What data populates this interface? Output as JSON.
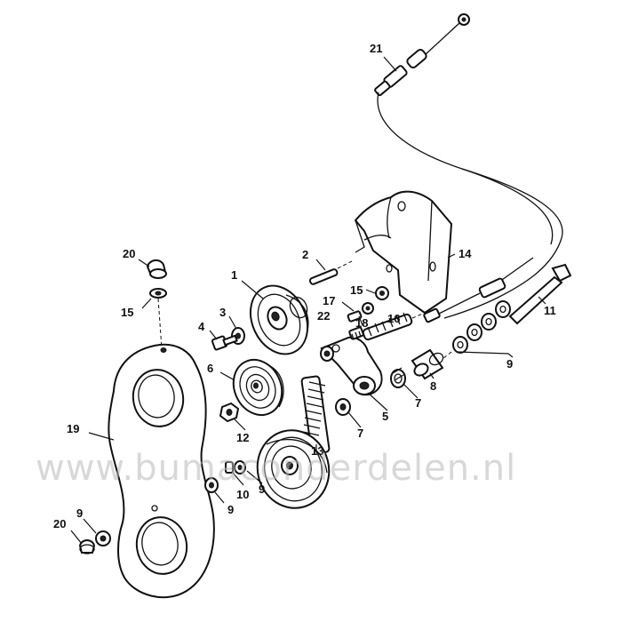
{
  "watermark": "www.bumaconderdelen.nl",
  "part_labels": [
    {
      "id": "l21",
      "text": "21"
    },
    {
      "id": "l14",
      "text": "14"
    },
    {
      "id": "l2",
      "text": "2"
    },
    {
      "id": "l1",
      "text": "1"
    },
    {
      "id": "l20a",
      "text": "20"
    },
    {
      "id": "l15a",
      "text": "15"
    },
    {
      "id": "l15b",
      "text": "15"
    },
    {
      "id": "l17",
      "text": "17"
    },
    {
      "id": "l22",
      "text": "22"
    },
    {
      "id": "l18",
      "text": "18"
    },
    {
      "id": "l16",
      "text": "16"
    },
    {
      "id": "l11",
      "text": "11"
    },
    {
      "id": "l3",
      "text": "3"
    },
    {
      "id": "l4",
      "text": "4"
    },
    {
      "id": "l6",
      "text": "6"
    },
    {
      "id": "l9a",
      "text": "9"
    },
    {
      "id": "l8",
      "text": "8"
    },
    {
      "id": "l7a",
      "text": "7"
    },
    {
      "id": "l5",
      "text": "5"
    },
    {
      "id": "l7b",
      "text": "7"
    },
    {
      "id": "l19",
      "text": "19"
    },
    {
      "id": "l12",
      "text": "12"
    },
    {
      "id": "l13",
      "text": "13"
    },
    {
      "id": "l9b",
      "text": "9"
    },
    {
      "id": "l10",
      "text": "10"
    },
    {
      "id": "l9c",
      "text": "9"
    },
    {
      "id": "l9d",
      "text": "9"
    },
    {
      "id": "l20b",
      "text": "20"
    }
  ]
}
